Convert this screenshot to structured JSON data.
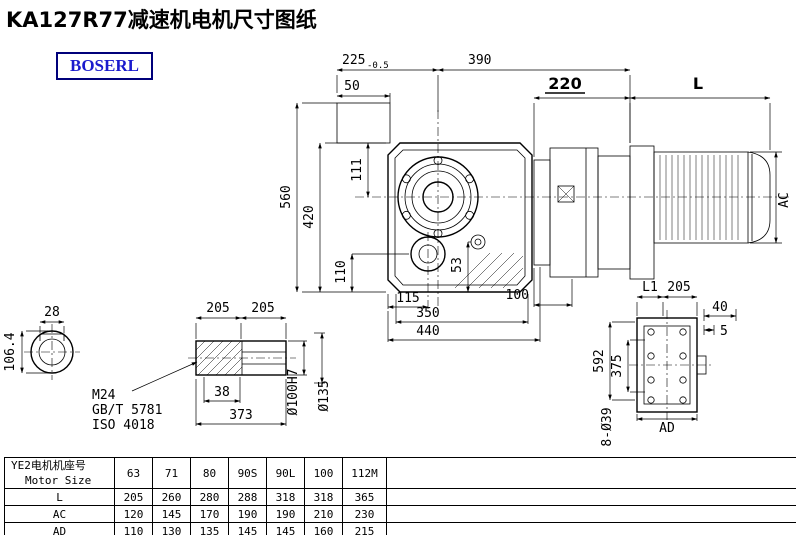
{
  "page": {
    "title": "KA127R77减速机电机尺寸图纸",
    "logo": "BOSERL"
  },
  "dims": {
    "top_width_a": "225",
    "top_width_a_tol": "-0.5",
    "top_width_b": "390",
    "stub_width": "50",
    "motor_gap": "220",
    "motor_len": "L",
    "motor_diameter": "AC",
    "total_height": "560",
    "body_height": "420",
    "flange_offset": "111",
    "lower_offset": "110",
    "lower_center": "115",
    "shaft_drop": "53",
    "bell_len": "100",
    "base_a": "350",
    "base_b": "440",
    "key_width": "28",
    "section_height": "106.4",
    "shaft_a": "205",
    "shaft_b": "205",
    "bolt": "M24",
    "bolt_std1": "GB/T 5781",
    "bolt_std2": "ISO 4018",
    "key_len": "38",
    "shaft_total": "373",
    "bore": "Ø100H7",
    "hub": "Ø135",
    "flange_l1": "L1",
    "flange_w": "205",
    "flange_t1": "40",
    "flange_t2": "5",
    "flange_h": "592",
    "hole_span": "375",
    "flange_ad": "AD",
    "holes": "8-Ø39"
  },
  "table": {
    "header_cn": "YE2电机机座号",
    "header_en": "Motor Size",
    "sizes": [
      "63",
      "71",
      "80",
      "90S",
      "90L",
      "100",
      "112M"
    ],
    "rows": [
      {
        "label": "L",
        "values": [
          "205",
          "260",
          "280",
          "288",
          "318",
          "318",
          "365"
        ]
      },
      {
        "label": "AC",
        "values": [
          "120",
          "145",
          "170",
          "190",
          "190",
          "210",
          "230"
        ]
      },
      {
        "label": "AD",
        "values": [
          "110",
          "130",
          "135",
          "145",
          "145",
          "160",
          "215"
        ]
      }
    ]
  }
}
